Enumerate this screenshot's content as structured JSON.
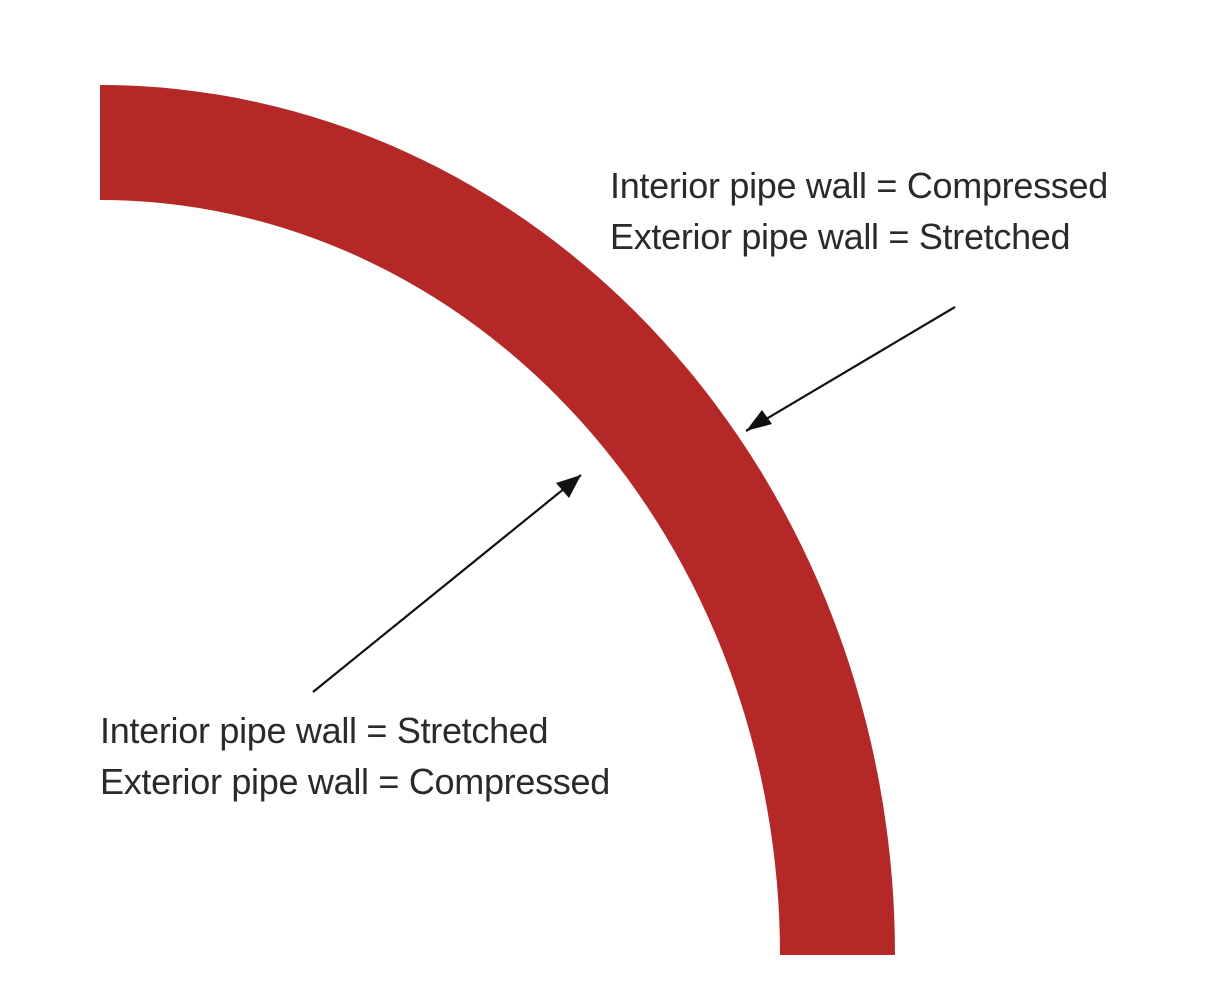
{
  "colors": {
    "pipe": "#b42828",
    "arrow": "#111111",
    "text": "#2a2a2a",
    "background": "#ffffff"
  },
  "labels": {
    "outer_bend": {
      "line1": "Interior pipe wall = Compressed",
      "line2": "Exterior pipe wall = Stretched"
    },
    "inner_bend": {
      "line1": "Interior pipe wall = Stretched",
      "line2": "Exterior pipe wall = Compressed"
    }
  }
}
